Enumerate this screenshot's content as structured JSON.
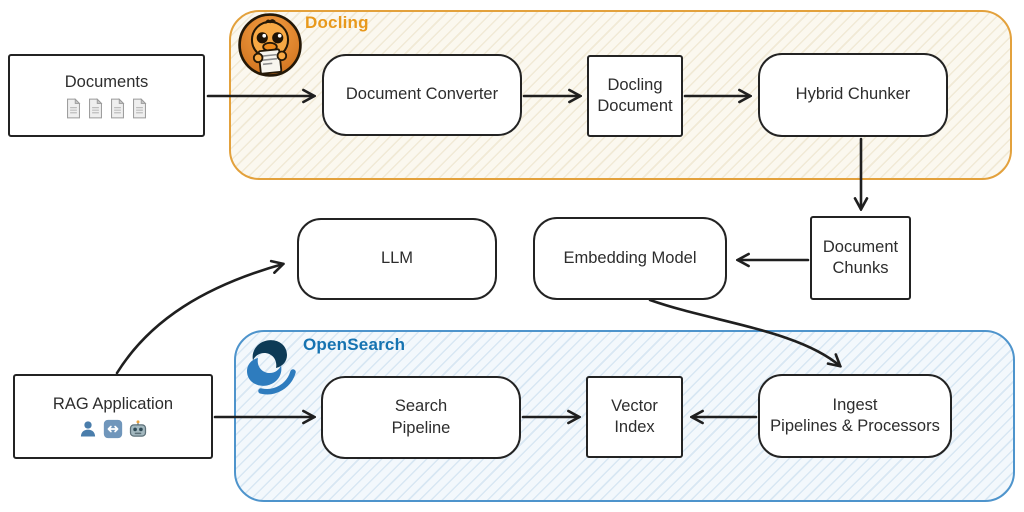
{
  "diagram": {
    "title": "RAG ingestion and search architecture with Docling and OpenSearch",
    "groups": {
      "docling": {
        "label": "Docling",
        "label_color": "#E8991C",
        "border_color": "#E3A13C",
        "bg_color": "#FBF8EF",
        "logo": "docling-duck-logo"
      },
      "opensearch": {
        "label": "OpenSearch",
        "label_color": "#1673B1",
        "border_color": "#4E94CC",
        "bg_color": "#F3F8FC",
        "logo": "opensearch-logo",
        "logo_dark": "#0D3A56",
        "logo_blue": "#2E7CBE"
      }
    },
    "nodes": {
      "documents": {
        "label": "Documents",
        "shape": "rect",
        "icons": "document-page-icons x4"
      },
      "document_converter": {
        "label": "Document Converter",
        "shape": "rounded",
        "group": "docling"
      },
      "docling_document": {
        "label": "Docling\nDocument",
        "shape": "rect",
        "group": "docling"
      },
      "hybrid_chunker": {
        "label": "Hybrid Chunker",
        "shape": "rounded",
        "group": "docling"
      },
      "llm": {
        "label": "LLM",
        "shape": "rounded"
      },
      "embedding_model": {
        "label": "Embedding Model",
        "shape": "rounded"
      },
      "document_chunks": {
        "label": "Document\nChunks",
        "shape": "rect"
      },
      "rag_application": {
        "label": "RAG Application",
        "shape": "rect",
        "icons": "user-icon, left-right-arrow-icon, robot-icon"
      },
      "search_pipeline": {
        "label": "Search\nPipeline",
        "shape": "rounded",
        "group": "opensearch"
      },
      "vector_index": {
        "label": "Vector\nIndex",
        "shape": "rect",
        "group": "opensearch"
      },
      "ingest_pipelines": {
        "label": "Ingest\nPipelines & Processors",
        "shape": "rounded",
        "group": "opensearch"
      }
    },
    "edges": [
      {
        "from": "documents",
        "to": "document_converter"
      },
      {
        "from": "document_converter",
        "to": "docling_document"
      },
      {
        "from": "docling_document",
        "to": "hybrid_chunker"
      },
      {
        "from": "hybrid_chunker",
        "to": "document_chunks"
      },
      {
        "from": "document_chunks",
        "to": "embedding_model"
      },
      {
        "from": "embedding_model",
        "to": "ingest_pipelines"
      },
      {
        "from": "ingest_pipelines",
        "to": "vector_index"
      },
      {
        "from": "search_pipeline",
        "to": "vector_index"
      },
      {
        "from": "rag_application",
        "to": "search_pipeline"
      },
      {
        "from": "rag_application",
        "to": "llm"
      }
    ],
    "edge_color": "#1F1F1F"
  }
}
